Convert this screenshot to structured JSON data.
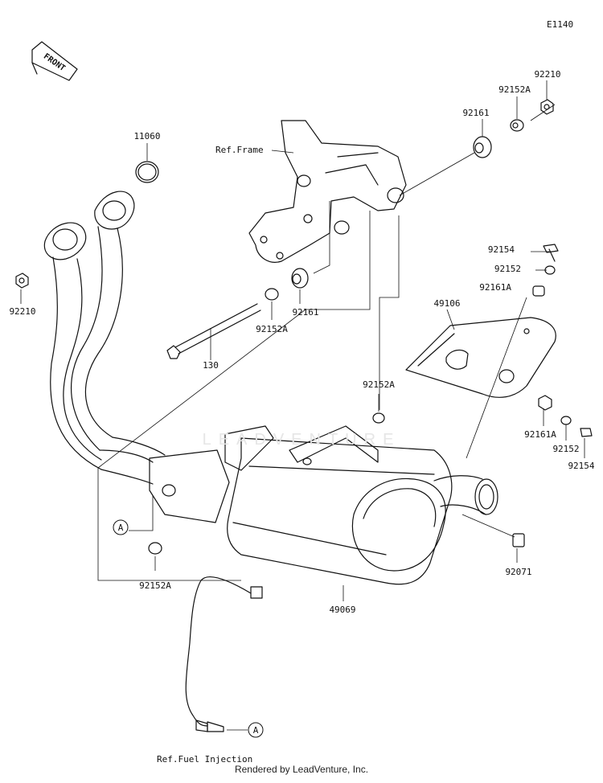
{
  "diagram_id": "E1140",
  "front_label": "FRONT",
  "refs": {
    "frame": "Ref.Frame",
    "fuel_injection": "Ref.Fuel Injection"
  },
  "callout_marker": "A",
  "parts": {
    "gasket": "11060",
    "nut_left": "92210",
    "nut_right": "92210",
    "washer_top": "92152A",
    "bush_top": "92161",
    "bush_mid": "92161",
    "washer_mid": "92152A",
    "bolt": "130",
    "washer_right": "92152A",
    "washer_bottom": "92152A",
    "bolt_heat": "92154",
    "washer_heat": "92152",
    "bush_heat": "92161A",
    "cover": "49106",
    "bush_heat_low": "92161A",
    "washer_heat_low": "92152",
    "bolt_heat_low": "92154",
    "damper": "92071",
    "muffler": "49069"
  },
  "watermark": "LEADVENTURE",
  "footer": "Rendered by LeadVenture, Inc."
}
